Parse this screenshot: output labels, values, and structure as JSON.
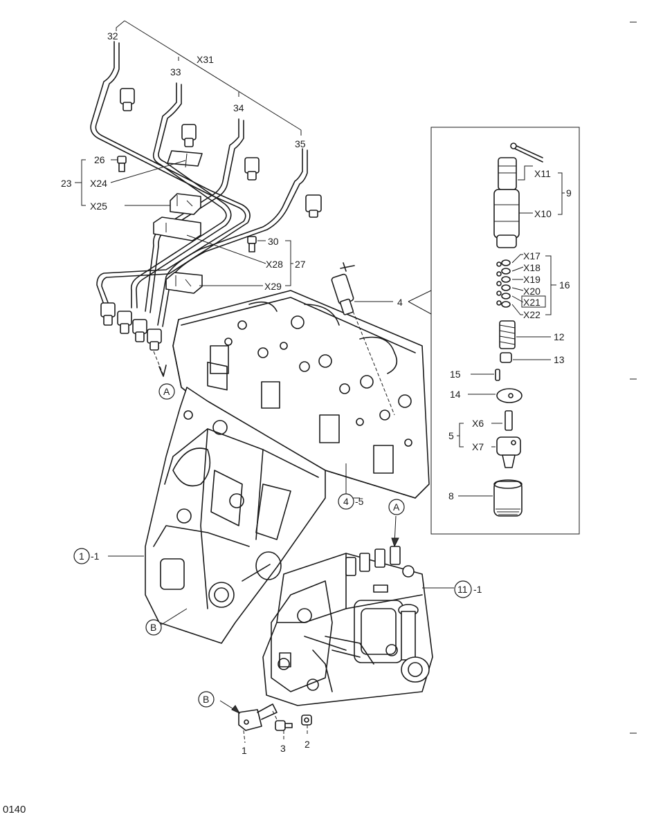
{
  "page_number": "0140",
  "tube_group": {
    "group": "X31",
    "tubes": [
      "32",
      "33",
      "34",
      "35"
    ]
  },
  "clamp_group_23": {
    "group": "23",
    "bolt": "26",
    "upper": "X24",
    "lower": "X25"
  },
  "clamp_group_27": {
    "group": "27",
    "bolt": "30",
    "upper": "X28",
    "lower": "X29"
  },
  "injector_ref": "4",
  "head_ref": {
    "circled": "4",
    "suffix": "-5"
  },
  "block_ref": {
    "circled": "1",
    "suffix": "-1"
  },
  "pump_ref": {
    "circled": "11",
    "suffix": "-1"
  },
  "markers": {
    "a": "A",
    "b": "B"
  },
  "injector_detail": {
    "holder_group": "9",
    "holder_upper": "X11",
    "holder_lower": "X10",
    "shim_group": "16",
    "shims": [
      "X17",
      "X18",
      "X19",
      "X20",
      "X21",
      "X22"
    ],
    "spring": "12",
    "seat": "13",
    "pin": "15",
    "spacer": "14",
    "nozzle_group": "5",
    "needle": "X6",
    "nozzle_body": "X7",
    "retaining_nut": "8"
  },
  "bracket_parts": {
    "bracket": "1",
    "bolt": "3",
    "nut": "2"
  }
}
